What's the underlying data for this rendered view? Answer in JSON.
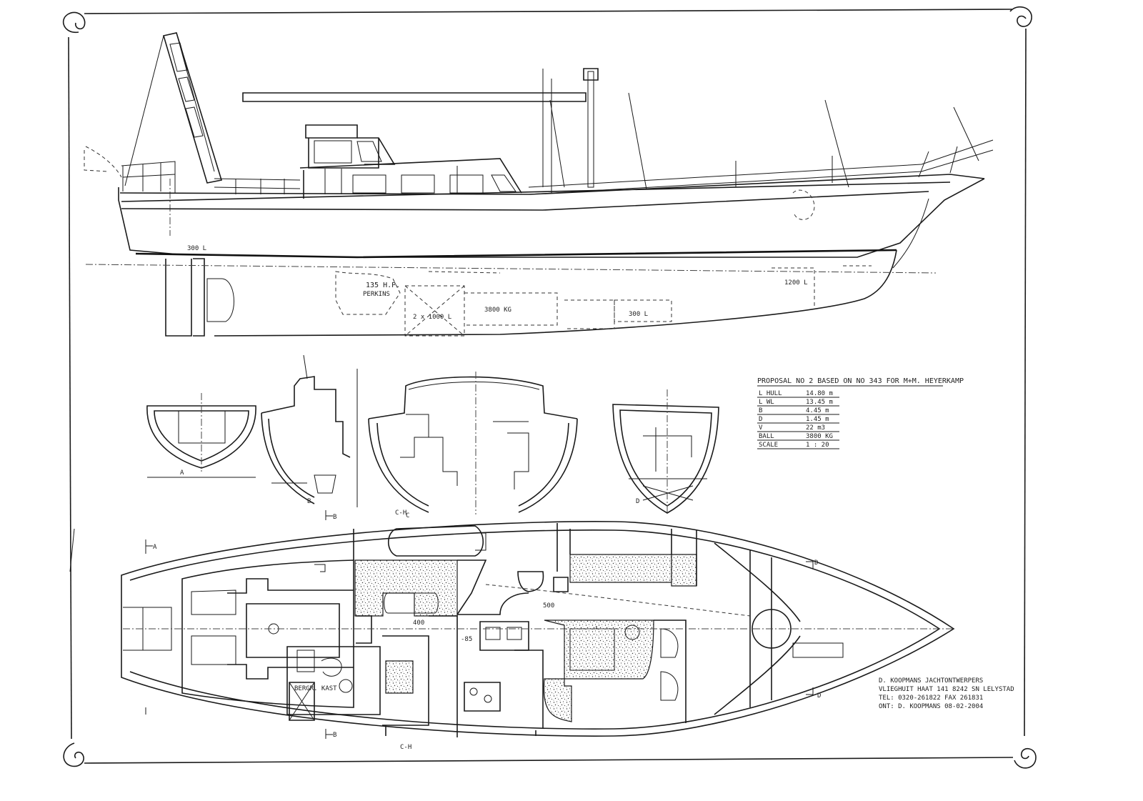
{
  "profile_labels": {
    "engine": "135 H.P.",
    "engine_make": "PERKINS",
    "fuel_tanks": "2 x 1000 L",
    "ballast": "3800 KG",
    "water_tank": "300 L",
    "holding_tank": "1200 L",
    "aft_tank": "300 L"
  },
  "sections": [
    {
      "id": "A",
      "label": "A"
    },
    {
      "id": "B",
      "label": "B"
    },
    {
      "id": "C",
      "label": "C"
    },
    {
      "id": "D",
      "label": "D"
    }
  ],
  "plan_labels": {
    "cut_A": "A",
    "cut_B": "B",
    "cut_CH": "C-H",
    "cut_D1": "D",
    "cut_D2": "D",
    "cut_B_top": "B",
    "cut_CH_top": "C-H",
    "dim_1": "400",
    "dim_2": "500",
    "dim_3": "-85",
    "locker": "BERGR. KAST"
  },
  "spec_table": {
    "title": "PROPOSAL  NO 2  BASED ON  NO 343  FOR M+M. HEYERKAMP",
    "rows": [
      {
        "key": "L HULL",
        "value": "14.80 m"
      },
      {
        "key": "L WL",
        "value": "13.45 m"
      },
      {
        "key": "B",
        "value": "4.45 m"
      },
      {
        "key": "D",
        "value": "1.45 m"
      },
      {
        "key": "V",
        "value": "22 m3"
      },
      {
        "key": "BALL",
        "value": "3800 KG"
      },
      {
        "key": "SCALE",
        "value": "1 : 20"
      }
    ]
  },
  "title_block": {
    "line1": "D. KOOPMANS  JACHTONTWERPERS",
    "line2": "VLIEGHUIT HAAT 141  8242 SN  LELYSTAD",
    "line3": "TEL: 0320-261822  FAX 261831",
    "line4": "ONT: D. KOOPMANS    08-02-2004"
  },
  "colors": {
    "ink": "#1a1a1a",
    "paper": "#ffffff"
  }
}
